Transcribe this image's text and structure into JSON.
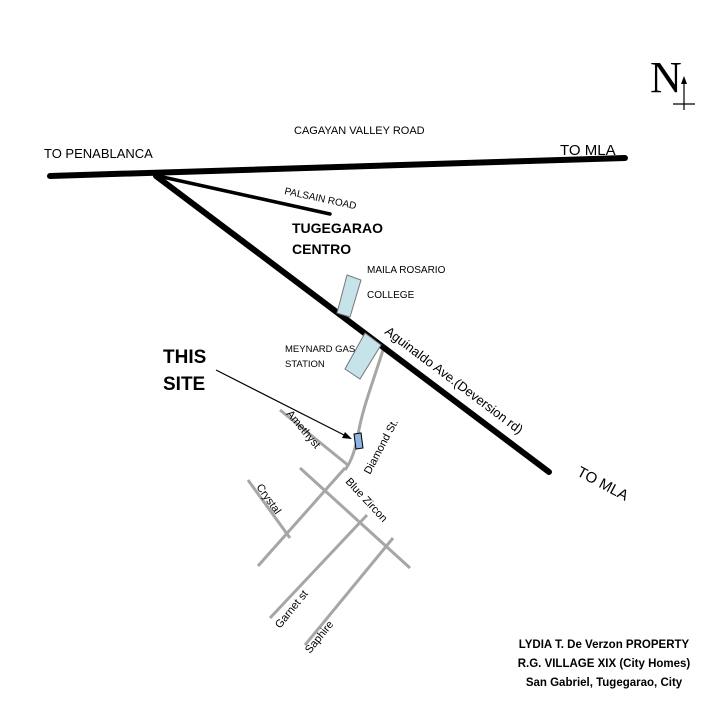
{
  "north": {
    "letter": "N"
  },
  "roads": {
    "cagayan_valley": "CAGAYAN VALLEY ROAD",
    "to_penablanca": "TO PENABLANCA",
    "to_mla_top": "TO MLA",
    "palsain": "PALSAIN ROAD",
    "aguinaldo": "Aguinaldo Ave.(Deversion rd)",
    "to_mla_bottom": "TO MLA"
  },
  "landmarks": {
    "tugegarao_line1": "TUGEGARAO",
    "tugegarao_line2": "CENTRO",
    "maila_line1": "MAILA ROSARIO",
    "maila_line2": "COLLEGE",
    "meynard_line1": "MEYNARD GAS",
    "meynard_line2": "STATION",
    "site_line1": "THIS",
    "site_line2": "SITE"
  },
  "streets": {
    "amethyst": "Amethyst",
    "diamond": "Diamond St.",
    "crystal": "Crystal",
    "blue_zircon": "Blue Zircon",
    "garnet": "Garnet st",
    "saphire": "Saphire"
  },
  "property": {
    "line1": "LYDIA T. De Verzon  PROPERTY",
    "line2": "R.G. VILLAGE XIX (City Homes)",
    "line3": "San Gabriel, Tugegarao, City"
  },
  "colors": {
    "road": "#000000",
    "street": "#a6a6a6",
    "landmark_fill": "#c5e3e8",
    "site_fill": "#8fb4e3",
    "north_letter": "#5a6e9a"
  }
}
